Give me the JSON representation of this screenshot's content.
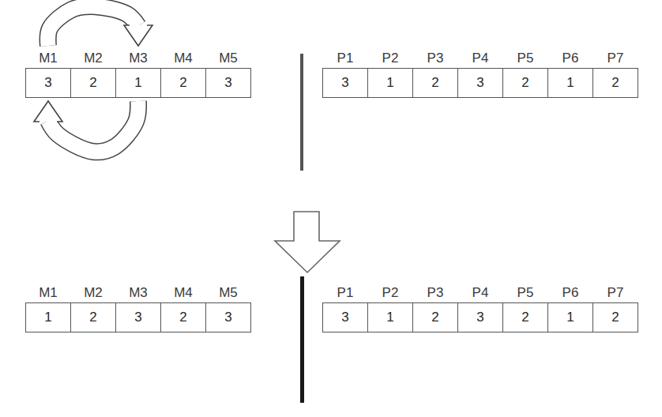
{
  "diagram": {
    "nodes": [
      {
        "text": [
          "M1",
          "3"
        ]
      },
      {
        "text": [
          "M2",
          "2"
        ]
      },
      {
        "text": [
          "M3",
          "1"
        ]
      },
      {
        "text": [
          "M4",
          "2"
        ]
      },
      {
        "text": [
          "M5",
          "3"
        ]
      },
      {
        "text": [
          "P1",
          "3"
        ]
      },
      {
        "text": [
          "P2",
          "1"
        ]
      },
      {
        "text": [
          "P3",
          "2"
        ]
      },
      {
        "text": [
          "P4",
          "3"
        ]
      },
      {
        "text": [
          "P5",
          "2"
        ]
      },
      {
        "text": [
          "P6",
          "1"
        ]
      },
      {
        "text": [
          "P7",
          "2"
        ]
      },
      {
        "text": [
          "M1",
          "1"
        ]
      },
      {
        "text": [
          "M2",
          "2"
        ]
      },
      {
        "text": [
          "M3",
          "3"
        ]
      },
      {
        "text": [
          "M4",
          "2"
        ]
      },
      {
        "text": [
          "M5",
          "3"
        ]
      },
      {
        "text": [
          "P1",
          "3"
        ]
      },
      {
        "text": [
          "P2",
          "1"
        ]
      },
      {
        "text": [
          "P3",
          "2"
        ]
      },
      {
        "text": [
          "P4",
          "3"
        ]
      },
      {
        "text": [
          "P5",
          "2"
        ]
      },
      {
        "text": [
          "P6",
          "1"
        ]
      },
      {
        "text": [
          "P7",
          "2"
        ]
      }
    ],
    "edges": [
      {
        "from": 0,
        "to": 2,
        "arrow": "to"
      },
      {
        "from": 2,
        "to": 0,
        "arrow": "to"
      }
    ]
  }
}
